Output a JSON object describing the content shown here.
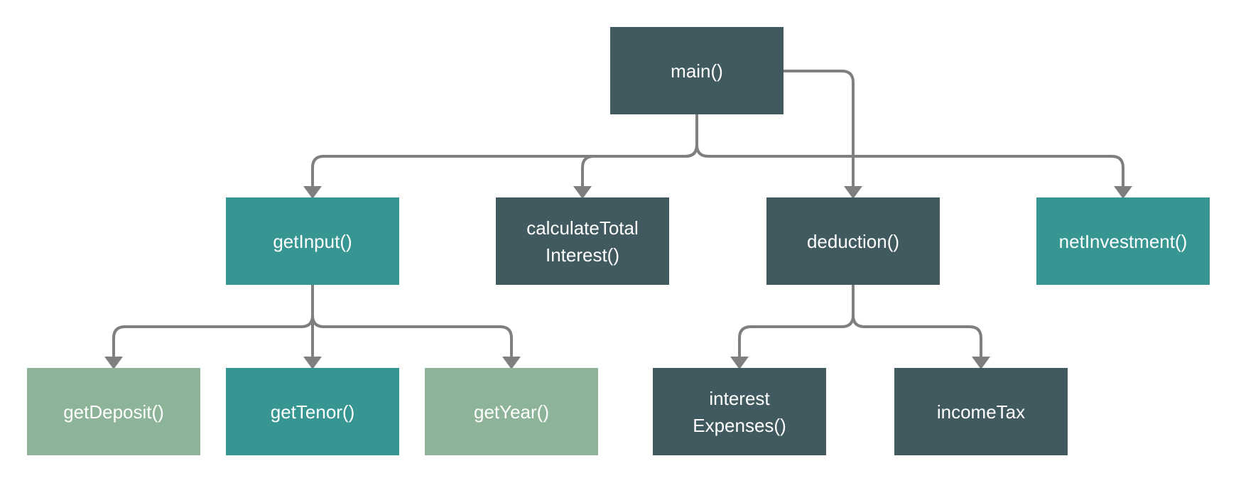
{
  "diagram": {
    "nodes": {
      "main": {
        "label": "main()",
        "color": "#415a5f"
      },
      "getInput": {
        "label": "getInput()",
        "color": "#379692"
      },
      "calculateTotalInterest": {
        "label": "calculateTotal\nInterest()",
        "color": "#415a5f"
      },
      "deduction": {
        "label": "deduction()",
        "color": "#415a5f"
      },
      "netInvestment": {
        "label": "netInvestment()",
        "color": "#379692"
      },
      "getDeposit": {
        "label": "getDeposit()",
        "color": "#8db398"
      },
      "getTenor": {
        "label": "getTenor()",
        "color": "#379692"
      },
      "getYear": {
        "label": "getYear()",
        "color": "#8db398"
      },
      "interestExpenses": {
        "label": "interest\nExpenses()",
        "color": "#415a5f"
      },
      "incomeTax": {
        "label": "incomeTax",
        "color": "#415a5f"
      }
    },
    "edges": [
      {
        "from": "main",
        "to": "getInput"
      },
      {
        "from": "main",
        "to": "calculateTotalInterest"
      },
      {
        "from": "main",
        "to": "deduction"
      },
      {
        "from": "main",
        "to": "netInvestment"
      },
      {
        "from": "getInput",
        "to": "getDeposit"
      },
      {
        "from": "getInput",
        "to": "getTenor"
      },
      {
        "from": "getInput",
        "to": "getYear"
      },
      {
        "from": "deduction",
        "to": "interestExpenses"
      },
      {
        "from": "deduction",
        "to": "incomeTax"
      }
    ],
    "edge_color": "#7f7f7f"
  }
}
